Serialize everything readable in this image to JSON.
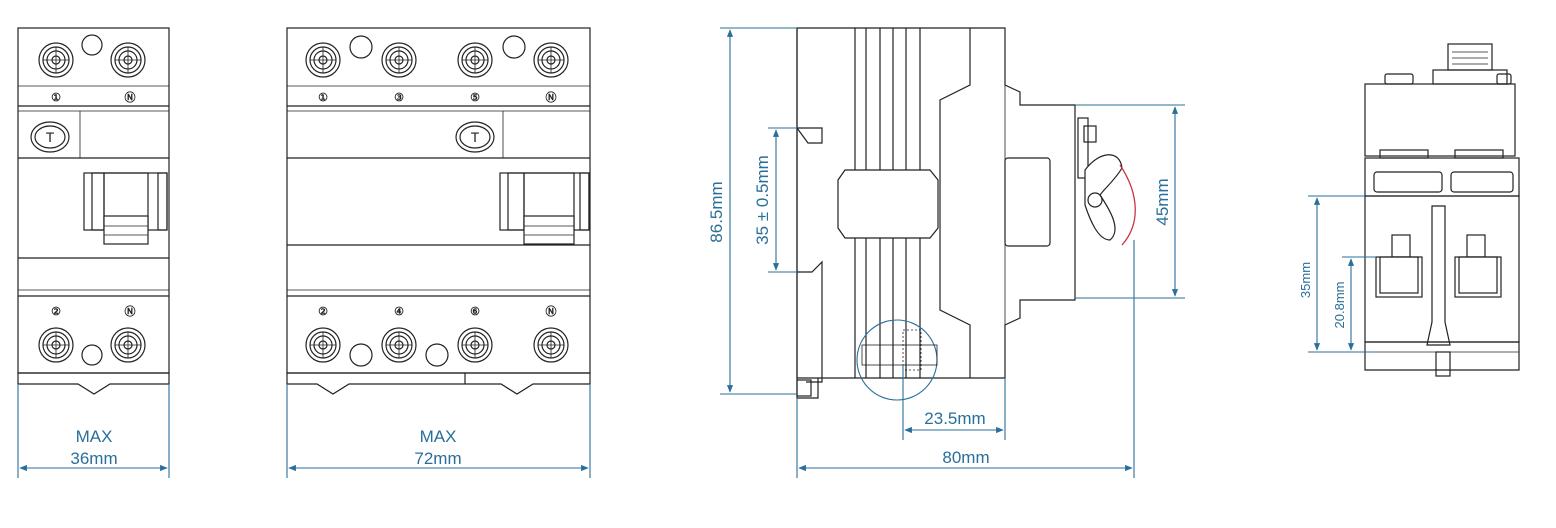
{
  "view_2p": {
    "terminals_top": [
      "①",
      "Ⓝ"
    ],
    "terminals_bottom": [
      "②",
      "Ⓝ"
    ],
    "test_button": "T",
    "width_label_1": "MAX",
    "width_label_2": "36mm"
  },
  "view_4p": {
    "terminals_top": [
      "①",
      "③",
      "⑤",
      "Ⓝ"
    ],
    "terminals_bottom": [
      "②",
      "④",
      "⑥",
      "Ⓝ"
    ],
    "test_button": "T",
    "width_label_1": "MAX",
    "width_label_2": "72mm"
  },
  "side_view": {
    "height_label": "86.5mm",
    "rail_label": "35 ± 0.5mm",
    "face_label": "45mm",
    "depth_label": "23.5mm",
    "total_depth_label": "80mm"
  },
  "end_view": {
    "rail_label": "35mm",
    "inner_label": "20.8mm"
  },
  "colors": {
    "dimension": "#2a6f9a",
    "outline": "#222222",
    "arc": "#cc3344"
  }
}
